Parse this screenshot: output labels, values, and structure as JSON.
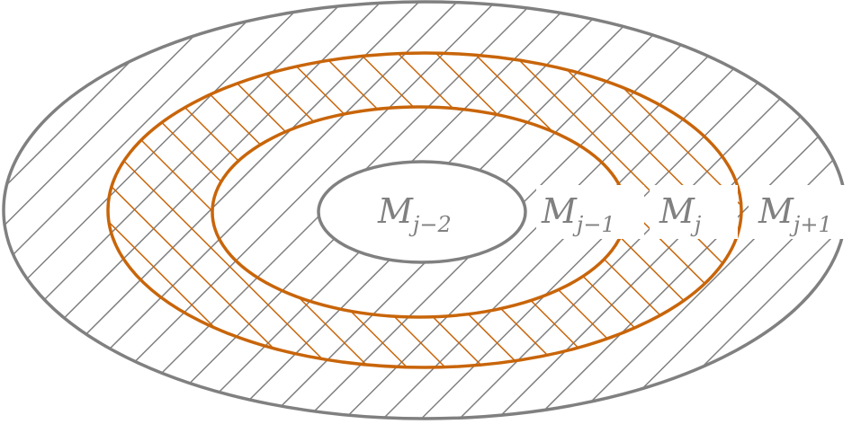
{
  "colors": {
    "gray": "#808080",
    "orange": "#c8650a",
    "background": "#ffffff"
  },
  "labels": {
    "m_j_minus_2": {
      "main": "M",
      "sub": "j−2"
    },
    "m_j_minus_1": {
      "main": "M",
      "sub": "j−1"
    },
    "m_j": {
      "main": "M",
      "sub": "j"
    },
    "m_j_plus_1": {
      "main": "M",
      "sub": "j+1"
    }
  }
}
